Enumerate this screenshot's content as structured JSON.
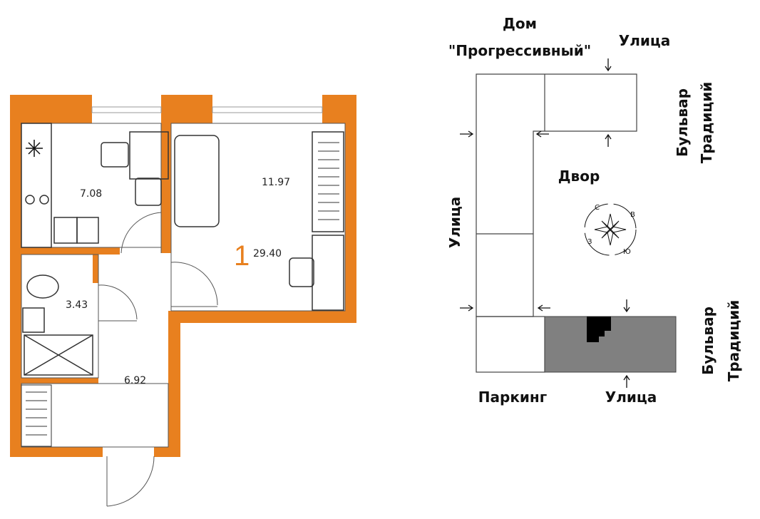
{
  "plan": {
    "rooms_count": "1",
    "total_area": "29.40",
    "areas": {
      "kitchen": "7.08",
      "living": "11.97",
      "bathroom": "3.43",
      "hall": "6.92"
    }
  },
  "site": {
    "house_name": [
      "Дом",
      "\"Прогрессивный\""
    ],
    "streets": [
      "Улица",
      "Улица",
      "Улица"
    ],
    "boulevards": [
      "Бульвар",
      "Традиций"
    ],
    "courtyard": "Двор",
    "parking": "Паркинг",
    "compass": {
      "north": "С",
      "east": "В",
      "south": "Ю",
      "west": "З"
    }
  },
  "colors": {
    "wall": "#e8801f",
    "highlight_block": "#808080",
    "apartment_marker": "#000000"
  },
  "icons": [
    "snowflake-icon",
    "compass-rose-icon"
  ]
}
